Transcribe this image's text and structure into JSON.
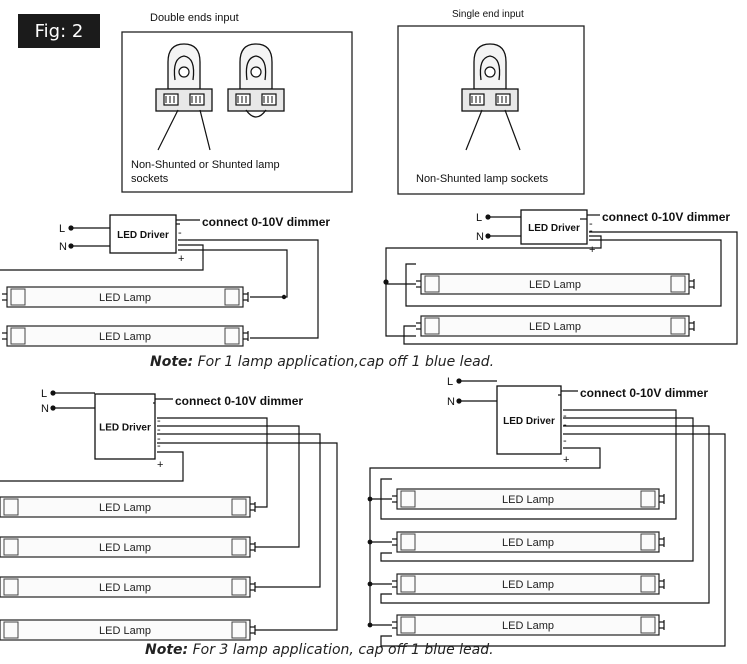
{
  "figure_label": "Fig: 2",
  "panels": {
    "double_title": "Double ends input",
    "double_caption_line1": "Non-Shunted or Shunted lamp",
    "double_caption_line2": "sockets",
    "single_title": "Single end input",
    "single_caption": "Non-Shunted lamp sockets"
  },
  "wiring": {
    "line_label": "L",
    "neutral_label": "N",
    "driver_label": "LED Driver",
    "dimmer_label": "connect 0-10V dimmer",
    "lamp_label": "LED Lamp",
    "minus_sign": "-",
    "plus_sign": "+"
  },
  "notes": {
    "one_lamp_bold": "Note:",
    "one_lamp_text": " For 1 lamp application,cap off 1 blue lead.",
    "three_lamp_bold": "Note:",
    "three_lamp_text": " For 3 lamp application, cap off 1 blue lead."
  }
}
